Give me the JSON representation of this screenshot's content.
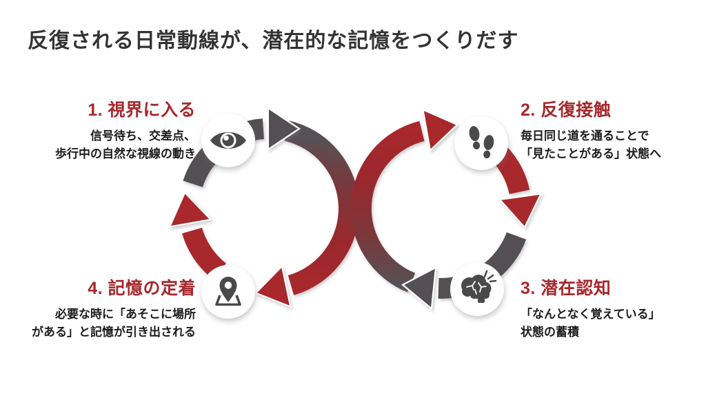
{
  "title": "反復される日常動線が、潜在的な記憶をつくりだす",
  "colors": {
    "accent_red": "#a5282c",
    "arrow_red": "#a8282c",
    "arrow_gray": "#534f52",
    "blend_maroon": "#7a383c",
    "icon_gray": "#4a4a4a",
    "text_dark": "#1b1b1b",
    "title_color": "#333333",
    "background": "#ffffff"
  },
  "steps": [
    {
      "heading": "1. 視界に入る",
      "desc_line1": "信号待ち、交差点、",
      "desc_line2": "歩行中の自然な視線の動き",
      "icon": "eye-icon"
    },
    {
      "heading": "2. 反復接触",
      "desc_line1": "毎日同じ道を通ることで",
      "desc_line2": "「見たことがある」状態へ",
      "icon": "footprints-icon"
    },
    {
      "heading": "3. 潜在認知",
      "desc_line1": "「なんとなく覚えている」",
      "desc_line2": "状態の蓄積",
      "icon": "brain-icon"
    },
    {
      "heading": "4. 記憶の定着",
      "desc_line1": "必要な時に「あそこに場所",
      "desc_line2": "がある」と記憶が引き出される",
      "icon": "map-pin-icon"
    }
  ]
}
